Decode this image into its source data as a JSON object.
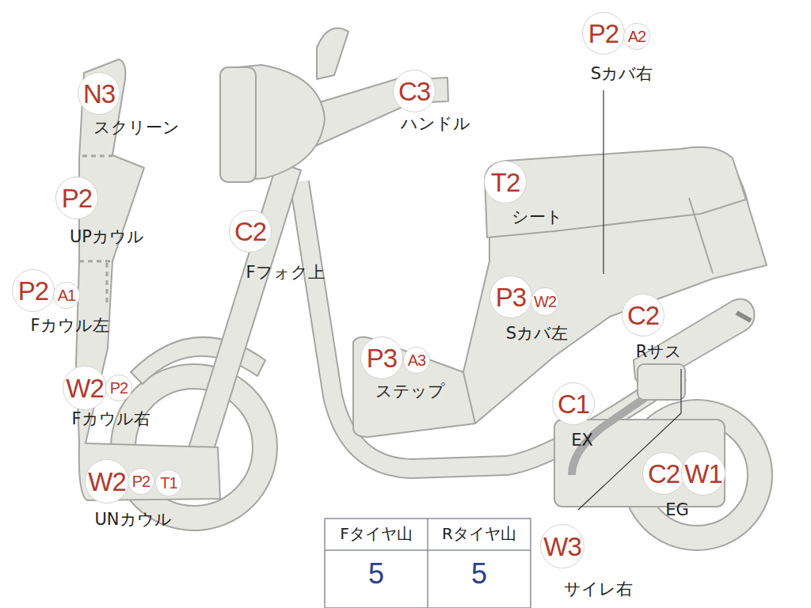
{
  "diagram": {
    "nodes": [
      {
        "text": [
          "P2"
        ]
      },
      {
        "text": [
          "A2"
        ]
      },
      {
        "text": [
          "N3"
        ]
      },
      {
        "text": [
          "C3"
        ]
      },
      {
        "text": [
          "T2"
        ]
      },
      {
        "text": [
          "P2"
        ]
      },
      {
        "text": [
          "C2"
        ]
      },
      {
        "text": [
          "P2"
        ]
      },
      {
        "text": [
          "A1"
        ]
      },
      {
        "text": [
          "P3"
        ]
      },
      {
        "text": [
          "W2"
        ]
      },
      {
        "text": [
          "C2"
        ]
      },
      {
        "text": [
          "P3"
        ]
      },
      {
        "text": [
          "A3"
        ]
      },
      {
        "text": [
          "W2"
        ]
      },
      {
        "text": [
          "P2"
        ]
      },
      {
        "text": [
          "C1"
        ]
      },
      {
        "text": [
          "W2"
        ]
      },
      {
        "text": [
          "P2"
        ]
      },
      {
        "text": [
          "T1"
        ]
      },
      {
        "text": [
          "C2"
        ]
      },
      {
        "text": [
          "W1"
        ]
      },
      {
        "text": [
          "W3"
        ]
      }
    ],
    "labels": [
      "Sカバ右",
      "スクリーン",
      "ハンドル",
      "シート",
      "UPカウル",
      "Fフォク上",
      "Fカウル左",
      "Sカバ左",
      "Rサス",
      "ステップ",
      "Fカウル右",
      "EX",
      "UNカウル",
      "EG",
      "サイレ右",
      "Fタイヤ山",
      "Rタイヤ山",
      "5",
      "5"
    ]
  }
}
